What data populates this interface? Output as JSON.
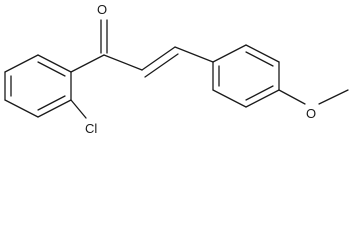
{
  "molecule": {
    "atoms": {
      "carbonyl_oxygen": "O",
      "chlorine": "Cl",
      "ether_oxygen": "O"
    }
  }
}
